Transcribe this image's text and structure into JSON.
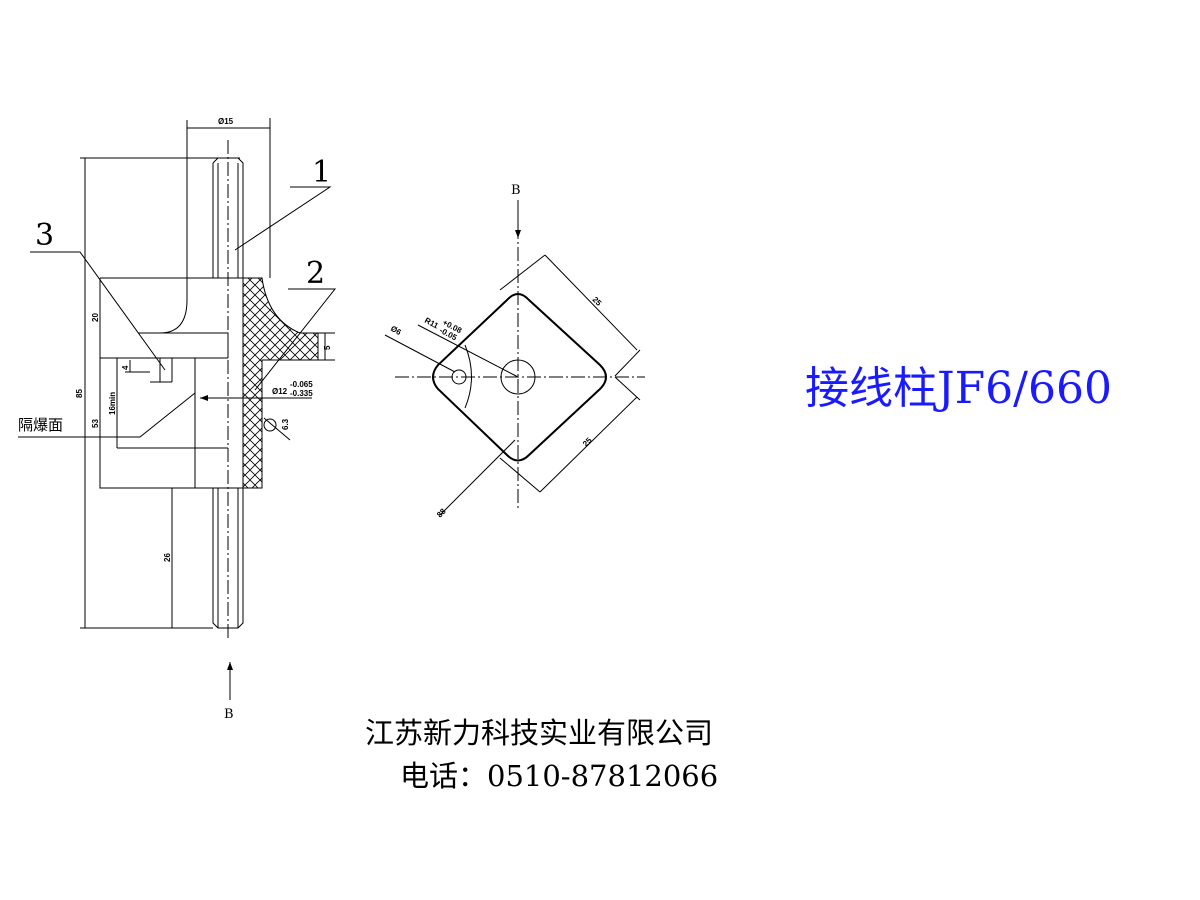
{
  "title": "接线柱JF6/660",
  "company": "江苏新力科技实业有限公司",
  "phone": "电话：0510-87812066",
  "parts": {
    "p1": "1",
    "p2": "2",
    "p3": "3"
  },
  "labels": {
    "explosion_surface": "隔爆面",
    "section_top": "B",
    "section_bottom": "B"
  },
  "dims": {
    "d15": "Ø15",
    "h85": "85",
    "h20": "20",
    "h53": "53",
    "h16": "16min",
    "h4": "4",
    "h26": "26",
    "h5": "5",
    "d12": "Ø12",
    "d12_tol_up": "-0.065",
    "d12_tol_lo": "-0.335",
    "r63": "6.3",
    "d6": "Ø6",
    "r11": "R11",
    "r11_tol_up": "+0.08",
    "r11_tol_lo": "-0.05",
    "w25a": "25",
    "w25b": "25",
    "d88": "88"
  },
  "colors": {
    "title": "#1a1aff"
  }
}
